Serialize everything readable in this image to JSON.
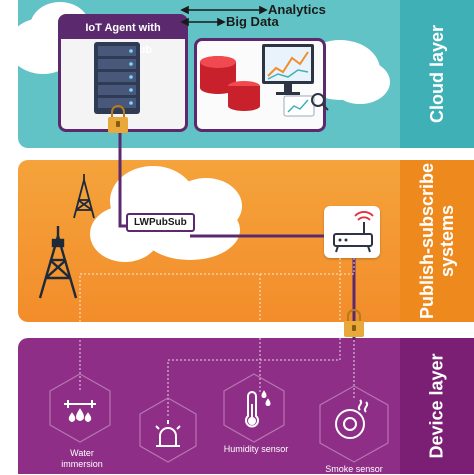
{
  "layers": {
    "cloud": "Cloud layer",
    "pubsub_line1": "Publish-subscribe",
    "pubsub_line2": "systems",
    "device": "Device layer"
  },
  "cloud_layer": {
    "agent_title": "IoT Agent with LWPubSub",
    "analytics": "Analytics",
    "big_data": "Big Data"
  },
  "pubsub_layer": {
    "lwpubsub_label": "LWPubSub"
  },
  "devices": {
    "water_line1": "Water",
    "water_line2": "immersion",
    "humidity": "Humidity sensor",
    "smoke": "Smoke sensor"
  },
  "colors": {
    "cloud_bg": "#62c3c7",
    "pubsub_bg": "#f28d2a",
    "device_bg": "#8e2e87",
    "link": "#5b2a6e",
    "lock": "#e9a93a"
  },
  "icons": [
    "server-rack-icon",
    "database-icon",
    "monitor-chart-icon",
    "lock-icon",
    "router-icon",
    "antenna-tower-icon",
    "water-drop-icon",
    "alarm-light-icon",
    "thermometer-icon",
    "smoke-detector-icon"
  ]
}
